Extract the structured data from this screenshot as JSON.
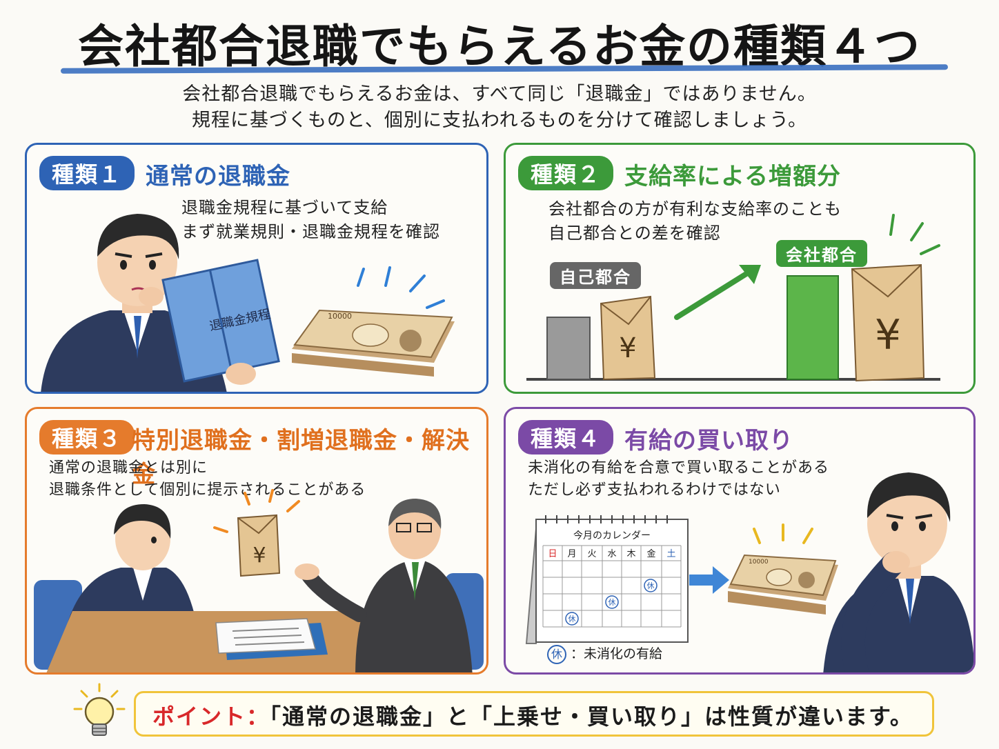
{
  "title": "会社都合退職でもらえるお金の種類４つ",
  "intro": {
    "line1": "会社都合退職でもらえるお金は、すべて同じ「退職金」ではありません。",
    "line2": "規程に基づくものと、個別に支払われるものを分けて確認しましょう。"
  },
  "cards": [
    {
      "badge": "種類１",
      "heading": "通常の退職金",
      "desc1": "退職金規程に基づいて支給",
      "desc2": "まず就業規則・退職金規程を確認",
      "book_label": "退職金規程",
      "bill_value": "10000"
    },
    {
      "badge": "種類２",
      "heading": "支給率による増額分",
      "desc1": "会社都合の方が有利な支給率のことも",
      "desc2": "自己都合との差を確認",
      "label_self": "自己都合",
      "label_company": "会社都合",
      "yen": "¥"
    },
    {
      "badge": "種類３",
      "heading": "特別退職金・割増退職金・解決金",
      "desc1": "通常の退職金とは別に",
      "desc2": "退職条件として個別に提示されることがある",
      "yen": "¥"
    },
    {
      "badge": "種類４",
      "heading": "有給の買い取り",
      "desc1": "未消化の有給を合意で買い取ることがある",
      "desc2": "ただし必ず支払われるわけではない",
      "calendar_title": "今月のカレンダー",
      "weekdays": [
        "日",
        "月",
        "火",
        "水",
        "木",
        "金",
        "土"
      ],
      "holiday_mark": "休",
      "legend": "：未消化の有給",
      "bill_value": "10000"
    }
  ],
  "point": {
    "label": "ポイント：",
    "text": "「通常の退職金」と「上乗せ・買い取り」は性質が違います。"
  },
  "colors": {
    "card1": "#2e63b5",
    "card2": "#3c9a3a",
    "card3": "#e57b2c",
    "card4": "#7b4aa6",
    "point_label": "#d8282a",
    "point_border": "#f0c43a"
  }
}
